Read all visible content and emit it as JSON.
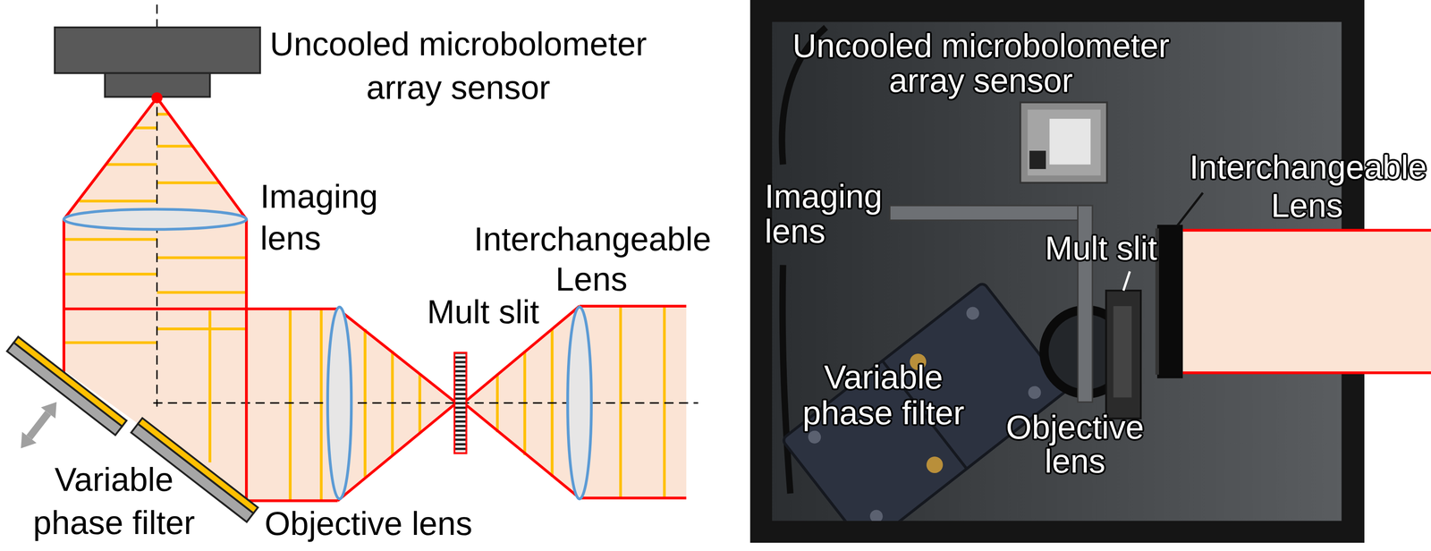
{
  "diagram": {
    "labels": [
      "Uncooled microbolometer array sensor",
      "Imaging lens",
      "Interchangeable Lens",
      "Mult slit",
      "Variable phase filter",
      "Objective lens",
      "Uncooled microbolometer array sensor",
      "Interchangeable Lens",
      "Imaging lens",
      "Mult slit",
      "Variable phase filter",
      "Objective lens"
    ]
  }
}
